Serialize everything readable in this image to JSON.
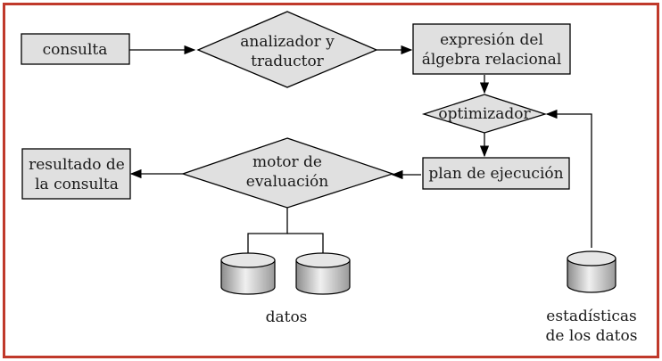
{
  "colors": {
    "border": "#c0392b",
    "box_fill": "#e0e0e0",
    "stroke": "#000000",
    "cylinder_dark": "#8c8c8c",
    "cylinder_light": "#e6e6e6"
  },
  "nodes": {
    "consulta": [
      "consulta"
    ],
    "analizador": [
      "analizador y",
      "traductor"
    ],
    "expresion": [
      "expresión del",
      "álgebra relacional"
    ],
    "optimizador": [
      "optimizador"
    ],
    "plan": [
      "plan de ejecución"
    ],
    "motor": [
      "motor de",
      "evaluación"
    ],
    "resultado": [
      "resultado de",
      "la consulta"
    ],
    "datos": [
      "datos"
    ],
    "estadisticas": [
      "estadísticas",
      "de los datos"
    ]
  }
}
